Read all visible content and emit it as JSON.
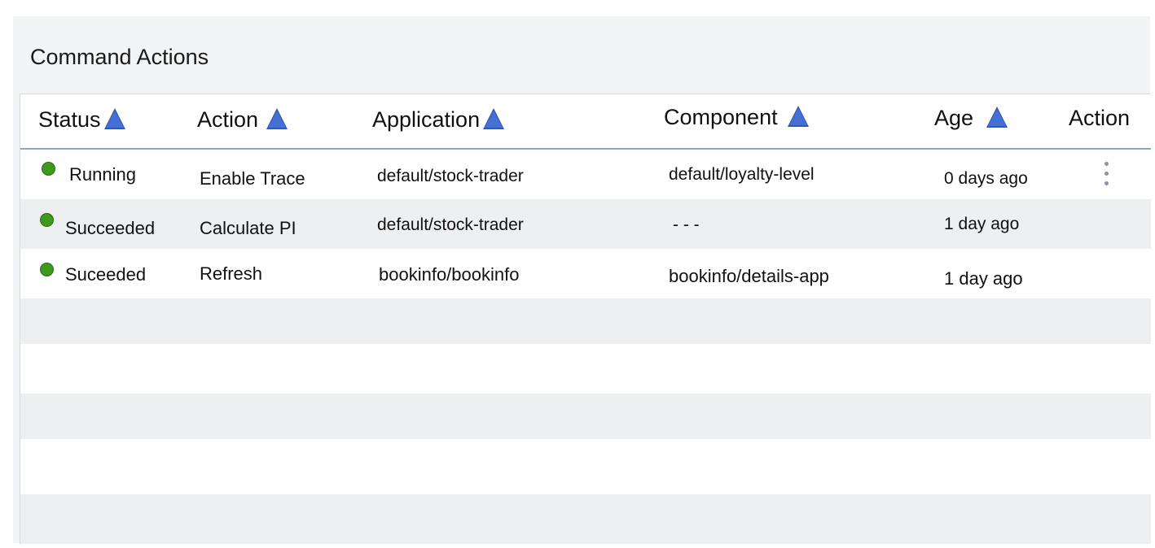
{
  "panel": {
    "title": "Command Actions"
  },
  "table": {
    "headers": [
      "Status",
      "Action",
      "Application",
      "Component",
      "Age",
      "Action"
    ],
    "rows": [
      {
        "status": "Running",
        "action": "Enable Trace",
        "application": "default/stock-trader",
        "component": "default/loyalty-level",
        "age": "0 days ago",
        "menu_icon": "kebab-menu-icon"
      },
      {
        "status": "Succeeded",
        "action": "Calculate PI",
        "application": "default/stock-trader",
        "component": "- - -",
        "age": "1 day ago"
      },
      {
        "status": "Suceeded",
        "action": "Refresh",
        "application": "bookinfo/bookinfo",
        "component": "bookinfo/details-app",
        "age": "1 day ago"
      }
    ]
  },
  "colors": {
    "status_ok": "#3d9a1c",
    "sort_icon": "#3457b5",
    "header_border": "#8da6c8",
    "alt_row": "#eeeff1"
  },
  "icons": {
    "sort": "triangle-up-icon",
    "row_menu": "kebab-menu-icon",
    "status": "status-dot-icon"
  }
}
